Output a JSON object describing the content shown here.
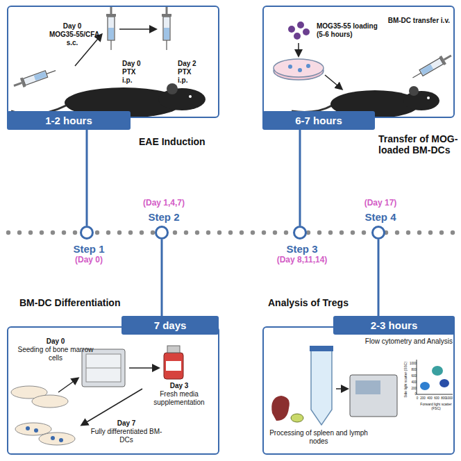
{
  "diagram": {
    "nodes": [
      {
        "text": [
          "Day 0",
          "MOG35-55/CFA",
          "s.c.",
          "Day 0",
          "PTX",
          "i.p.",
          "Day 2",
          "PTX",
          "i.p."
        ]
      },
      {
        "text": [
          "1-2 hours"
        ]
      },
      {
        "text": [
          "MOG35-55 loading (5-6 hours)",
          "BM-DC transfer i.v."
        ]
      },
      {
        "text": [
          "6-7 hours"
        ]
      },
      {
        "text": [
          "Step 1",
          "(Day 0)"
        ]
      },
      {
        "text": [
          "(Day 1,4,7)",
          "Step 2"
        ]
      },
      {
        "text": [
          "Step 3",
          "(Day 8,11,14)"
        ]
      },
      {
        "text": [
          "(Day 17)",
          "Step 4"
        ]
      },
      {
        "text": [
          "7 days"
        ]
      },
      {
        "text": [
          "Day 0",
          "Seeding of bone marrow cells",
          "Day 3",
          "Fresh media supplementation",
          "Day 7",
          "Fully differentiated BM-DCs"
        ]
      },
      {
        "text": [
          "2-3 hours"
        ]
      },
      {
        "text": [
          "Flow cytometry and Analysis",
          "Processing of spleen and lymph nodes",
          "Side light scatter (SSC)",
          "Forward light scatter (FSC)",
          "0",
          "200",
          "400",
          "600",
          "800",
          "1000",
          "0",
          "200",
          "400",
          "600",
          "800",
          "1000"
        ]
      }
    ],
    "edges": [
      {
        "from": 1,
        "to": 4,
        "arrow": "none"
      },
      {
        "from": 5,
        "to": 8,
        "arrow": "none"
      },
      {
        "from": 3,
        "to": 6,
        "arrow": "none"
      },
      {
        "from": 7,
        "to": 10,
        "arrow": "none"
      }
    ],
    "labels": [
      "EAE Induction",
      "Transfer of MOG-loaded BM-DCs",
      "BM-DC Differentiation",
      "Analysis of Tregs"
    ]
  }
}
